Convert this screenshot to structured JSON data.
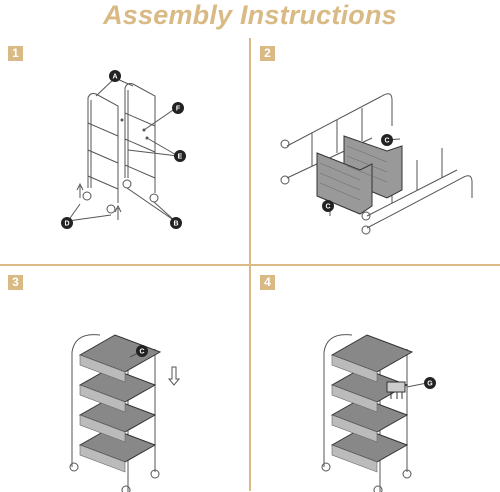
{
  "header": {
    "title": "Assembly Instructions"
  },
  "theme": {
    "accent": "#d9ba85",
    "line": "#555555",
    "callout": "#222222"
  },
  "steps": [
    {
      "number": "1",
      "callouts": [
        "A",
        "F",
        "E",
        "D",
        "B"
      ]
    },
    {
      "number": "2",
      "callouts": [
        "C",
        "C"
      ]
    },
    {
      "number": "3",
      "callouts": [
        "C"
      ]
    },
    {
      "number": "4",
      "callouts": [
        "G"
      ]
    }
  ]
}
